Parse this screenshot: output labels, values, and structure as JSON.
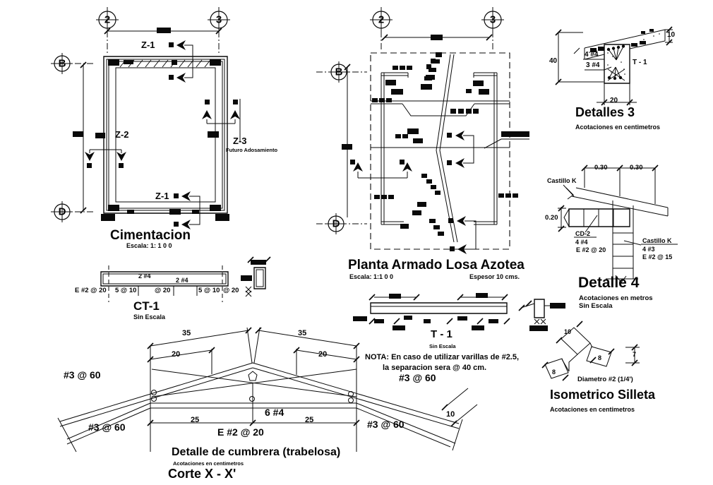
{
  "cimentacion": {
    "grid_2": "2",
    "grid_3": "3",
    "grid_b": "B",
    "grid_d": "D",
    "z1_top": "Z-1",
    "z2": "Z-2",
    "z3": "Z-3",
    "z3_note": "Futuro Adosamiento",
    "z1_bottom": "Z-1",
    "title": "Cimentacion",
    "scale": "Escala: 1: 1 0 0"
  },
  "ct1": {
    "bars_top": "2 #4",
    "bars_bottom": "2 #4",
    "sp_1": "E #2 @ 20",
    "sp_2": "5 @ 10",
    "sp_3": "@ 20",
    "sp_4": "5 @ 10",
    "sp_5": "@ 20",
    "title": "CT-1",
    "scale": "Sin Escala"
  },
  "losa": {
    "grid_2": "2",
    "grid_3": "3",
    "grid_b": "B",
    "grid_d": "D",
    "title": "Planta Armado Losa Azotea",
    "scale": "Escala: 1:1 0 0",
    "thickness": "Espesor 10 cms."
  },
  "t1": {
    "title": "T - 1",
    "scale": "Sin Escala"
  },
  "nota": {
    "line1": "NOTA: En caso de utilizar varillas de #2.5,",
    "line2": "la separacion sera @ 40 cm."
  },
  "detalles3": {
    "dim_top": "10",
    "dim_left": "40",
    "dim_bottom": "20",
    "bars_top": "4 #4",
    "bars_bottom": "3 #4",
    "ref": "T - 1",
    "title": "Detalles 3",
    "units": "Acotaciones en centimetros"
  },
  "detalle4": {
    "dim_left_030": "0.30",
    "dim_right_030": "0.30",
    "dim_020": "0.20",
    "castillo_top": "Castillo K",
    "cd2_name": "CD-2",
    "cd2_bars": "4 #4",
    "cd2_stirrups": "E #2 @ 20",
    "castillo_name": "Castillo K",
    "castillo_bars": "4 #3",
    "castillo_stirrups": "E #2 @ 15",
    "title": "Detalle 4",
    "units": "Acotaciones en metros",
    "scale": "Sin Escala"
  },
  "cumbrera": {
    "dim_35_left": "35",
    "dim_35_right": "35",
    "dim_20_left": "20",
    "dim_20_right": "20",
    "dim_25_left": "25",
    "dim_25_right": "25",
    "dim_10": "10",
    "rebar_top_left": "#3 @ 60",
    "rebar_bottom_left": "#3 @ 60",
    "rebar_top_right": "#3 @ 60",
    "rebar_bottom_right": "#3 @ 60",
    "ridge_bars": "6 #4",
    "stirrups": "E #2 @ 20",
    "title": "Detalle de cumbrera (trabelosa)",
    "units": "Acotaciones en centimetros",
    "section": "Corte  X - X'"
  },
  "silleta": {
    "dim_10": "10",
    "dim_7": "7",
    "dim_8_right": "8",
    "dim_8_left": "8",
    "diameter": "Diametro #2 (1/4')",
    "title": "Isometrico Silleta",
    "units": "Acotaciones en centimetros"
  }
}
